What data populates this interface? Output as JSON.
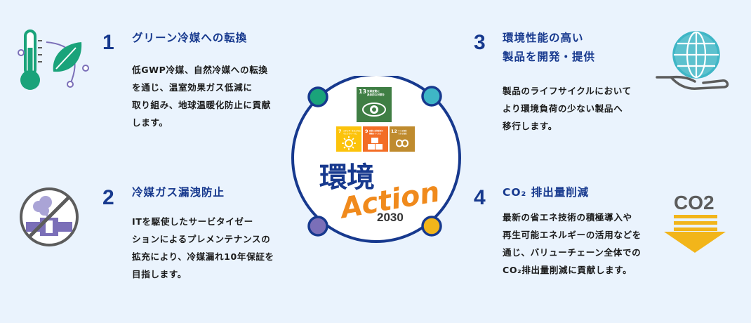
{
  "center": {
    "sdg13": {
      "number": "13",
      "title_line1": "気候変動に",
      "title_line2": "具体的な対策を"
    },
    "sdg7": {
      "number": "7",
      "title_line1": "エネルギーをみんなに",
      "title_line2": "そしてクリーンに"
    },
    "sdg9": {
      "number": "9",
      "title_line1": "産業と技術革新の",
      "title_line2": "基盤をつくろう"
    },
    "sdg12": {
      "number": "12",
      "title_line1": "つくる責任",
      "title_line2": "つかう責任"
    },
    "logo_kanji": "環境",
    "logo_action": "Action",
    "logo_year": "2030",
    "node_colors": [
      "#1aa37a",
      "#3fb6c6",
      "#7b6fb8",
      "#f2b51a"
    ],
    "ring_color": "#17398e"
  },
  "sections": {
    "s1": {
      "number": "1",
      "heading": "グリーン冷媒への転換",
      "lines": [
        "低GWP冷媒、自然冷媒への転換",
        "を通じ、温室効果ガス低減に",
        "取り組み、地球温暖化防止に貢献",
        "します。"
      ]
    },
    "s2": {
      "number": "2",
      "heading": "冷媒ガス漏洩防止",
      "lines": [
        "ITを駆使したサービタイゼー",
        "ションによるプレメンテナンスの",
        "拡充により、冷媒漏れ10年保証を",
        "目指します。"
      ]
    },
    "s3": {
      "number": "3",
      "heading_line1": "環境性能の高い",
      "heading_line2": "製品を開発・提供",
      "lines": [
        "製品のライフサイクルにおいて",
        "より環境負荷の少ない製品へ",
        "移行します。"
      ]
    },
    "s4": {
      "number": "4",
      "heading": "CO₂ 排出量削減",
      "lines": [
        "最新の省エネ技術の積極導入や",
        "再生可能エネルギーの活用などを",
        "通じ、バリューチェーン全体での",
        "CO₂排出量削減に貢献します。"
      ]
    }
  },
  "icons": {
    "thermometer_leaf": "thermometer-leaf-icon",
    "no_leak": "no-gas-leak-icon",
    "globe_hand": "globe-in-hand-icon",
    "co2_arrow": {
      "label": "CO2",
      "arrow_color": "#f2b51a"
    }
  },
  "colors": {
    "accent": "#17398e",
    "green": "#1aa37a",
    "purple": "#7b6fb8",
    "teal": "#3fb6c6",
    "orange": "#f08a1c"
  }
}
